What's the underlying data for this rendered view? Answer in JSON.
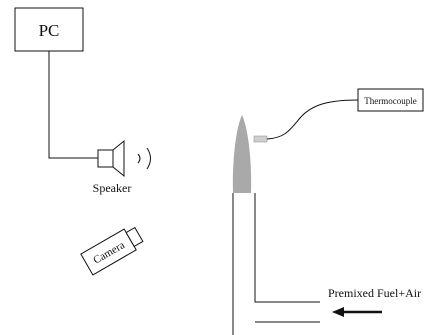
{
  "diagram": {
    "pc_label": "PC",
    "speaker_label": "Speaker",
    "camera_label": "Camera",
    "thermocouple_label": "Thermocouple",
    "flow_label": "Premixed Fuel+Air"
  },
  "colors": {
    "line": "#111111",
    "flame": "#a9a9a9",
    "thermocouple_tip": "#cfcfcf",
    "background": "#ffffff"
  }
}
